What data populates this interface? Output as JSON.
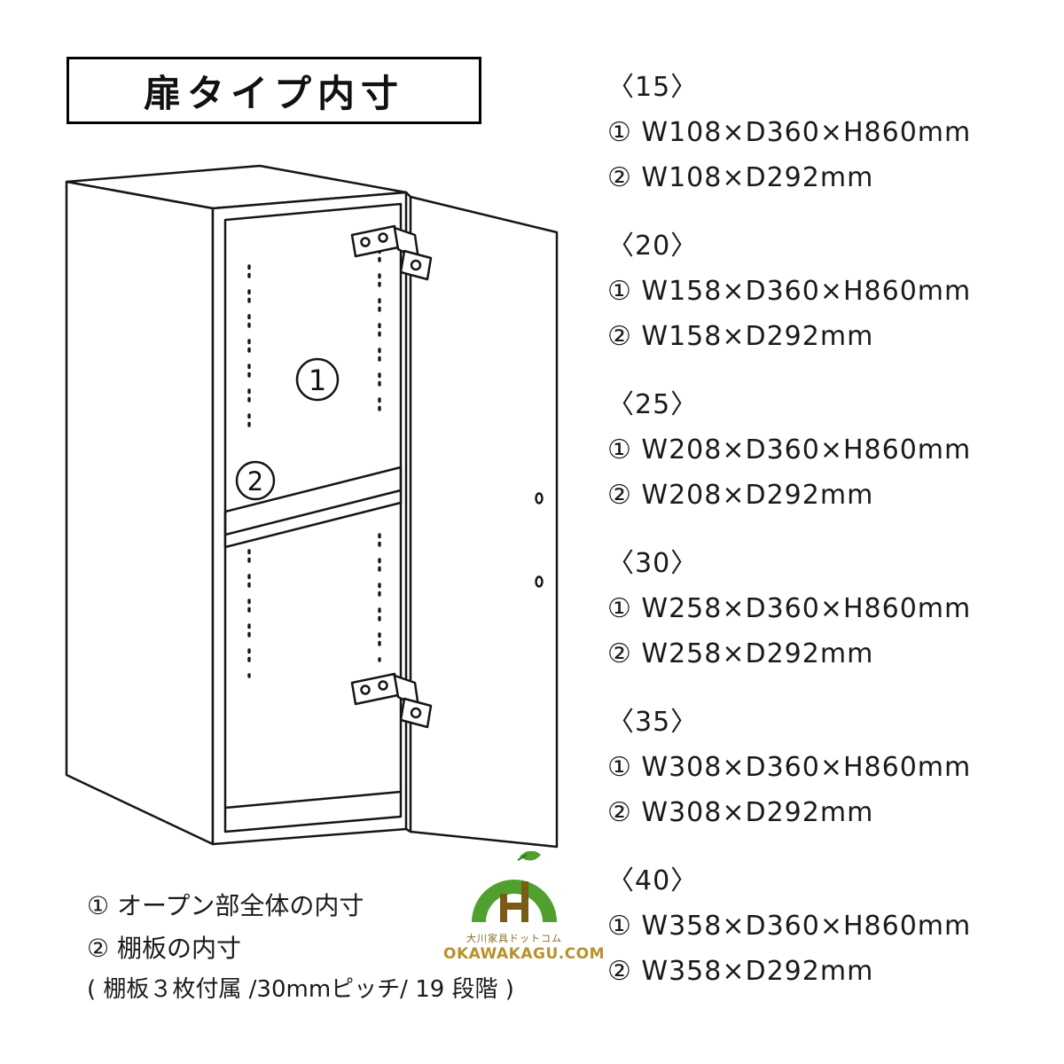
{
  "title": "扉タイプ内寸",
  "diagram": {
    "label1": "1",
    "label2": "2"
  },
  "sizes": [
    {
      "name": "〈15〉",
      "line1": "① W108×D360×H860mm",
      "line2": "② W108×D292mm"
    },
    {
      "name": "〈20〉",
      "line1": "① W158×D360×H860mm",
      "line2": "② W158×D292mm"
    },
    {
      "name": "〈25〉",
      "line1": "① W208×D360×H860mm",
      "line2": "② W208×D292mm"
    },
    {
      "name": "〈30〉",
      "line1": "① W258×D360×H860mm",
      "line2": "② W258×D292mm"
    },
    {
      "name": "〈35〉",
      "line1": "① W308×D360×H860mm",
      "line2": "② W308×D292mm"
    },
    {
      "name": "〈40〉",
      "line1": "① W358×D360×H860mm",
      "line2": "② W358×D292mm"
    }
  ],
  "legend": {
    "line1": "① オープン部全体の内寸",
    "line2": "② 棚板の内寸",
    "line3": "( 棚板３枚付属 /30mmピッチ/ 19 段階 )"
  },
  "logo": {
    "jp": "大川家具ドットコム",
    "en": "OKAWAKAGU.COM",
    "green": "#4fa02f",
    "brown": "#8a6d1f",
    "gold": "#b8912a"
  }
}
